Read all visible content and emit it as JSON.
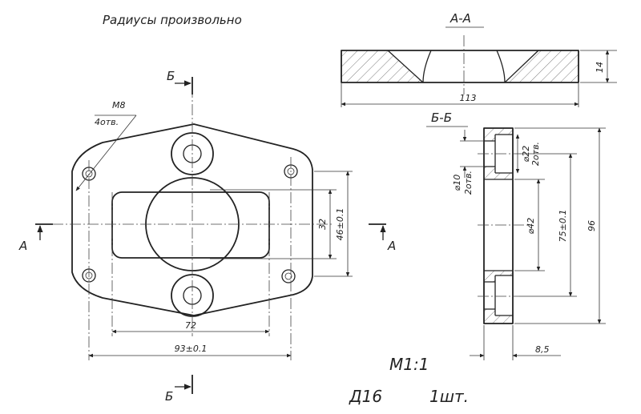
{
  "note": "Радиусы произвольно",
  "scale": "М1:1",
  "material": "Д16",
  "quantity": "1шт.",
  "thread": {
    "size": "М8",
    "count": "4отв."
  },
  "sections": {
    "aa": {
      "label": "А-А",
      "cut": "А"
    },
    "bb": {
      "label": "Б-Б",
      "cut": "Б"
    }
  },
  "dims": {
    "plan_width": "93±0.1",
    "inner_span": "72",
    "hole_spacing": "46±0.1",
    "pocket_height": "32",
    "aa_length": "113",
    "aa_thickness": "14",
    "bb_height": "96",
    "bb_hole_spacing": "75±0.1",
    "bb_center_dia": "⌀42",
    "bb_cbore": "⌀22",
    "bb_cbore_count": "2отв.",
    "bb_hole": "⌀10",
    "bb_hole_count": "2отв.",
    "bb_thickness": "8,5"
  }
}
